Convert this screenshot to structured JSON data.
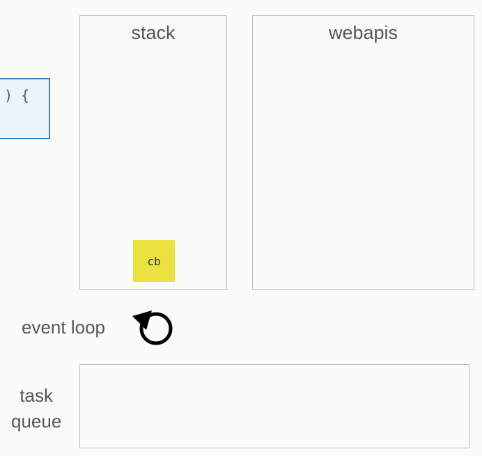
{
  "code_snippet": ") {",
  "panels": {
    "stack": {
      "title": "stack"
    },
    "webapis": {
      "title": "webapis"
    }
  },
  "stack_frames": [
    {
      "label": "cb",
      "color": "#ebe240"
    }
  ],
  "event_loop": {
    "label": "event loop",
    "icon": "circular-arrow-icon"
  },
  "task_queue": {
    "label_line1": "task",
    "label_line2": "queue"
  },
  "colors": {
    "background": "#fafcf8",
    "panel_border": "#b9bcb8",
    "code_box_fill": "#eaf5fb",
    "code_box_border": "#3b7fc2",
    "frame_fill": "#ebe240",
    "text": "#555555"
  }
}
